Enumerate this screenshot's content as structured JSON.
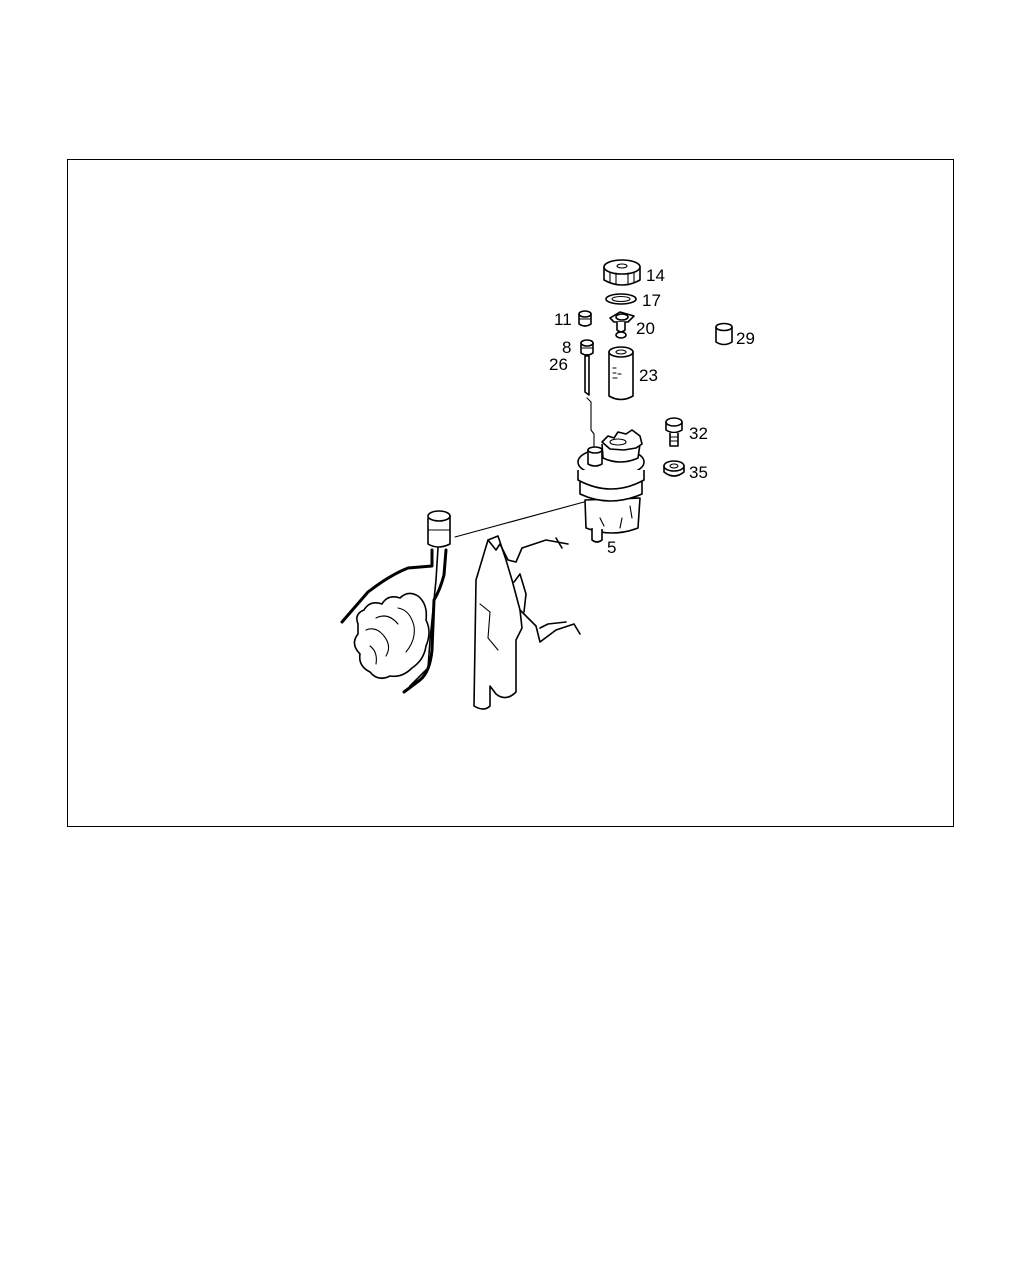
{
  "diagram": {
    "callouts": [
      {
        "id": "14",
        "text": "14"
      },
      {
        "id": "17",
        "text": "17"
      },
      {
        "id": "11",
        "text": "11"
      },
      {
        "id": "20",
        "text": "20"
      },
      {
        "id": "29",
        "text": "29"
      },
      {
        "id": "8",
        "text": "8"
      },
      {
        "id": "26",
        "text": "26"
      },
      {
        "id": "23",
        "text": "23"
      },
      {
        "id": "32",
        "text": "32"
      },
      {
        "id": "35",
        "text": "35"
      },
      {
        "id": "5",
        "text": "5"
      }
    ]
  }
}
